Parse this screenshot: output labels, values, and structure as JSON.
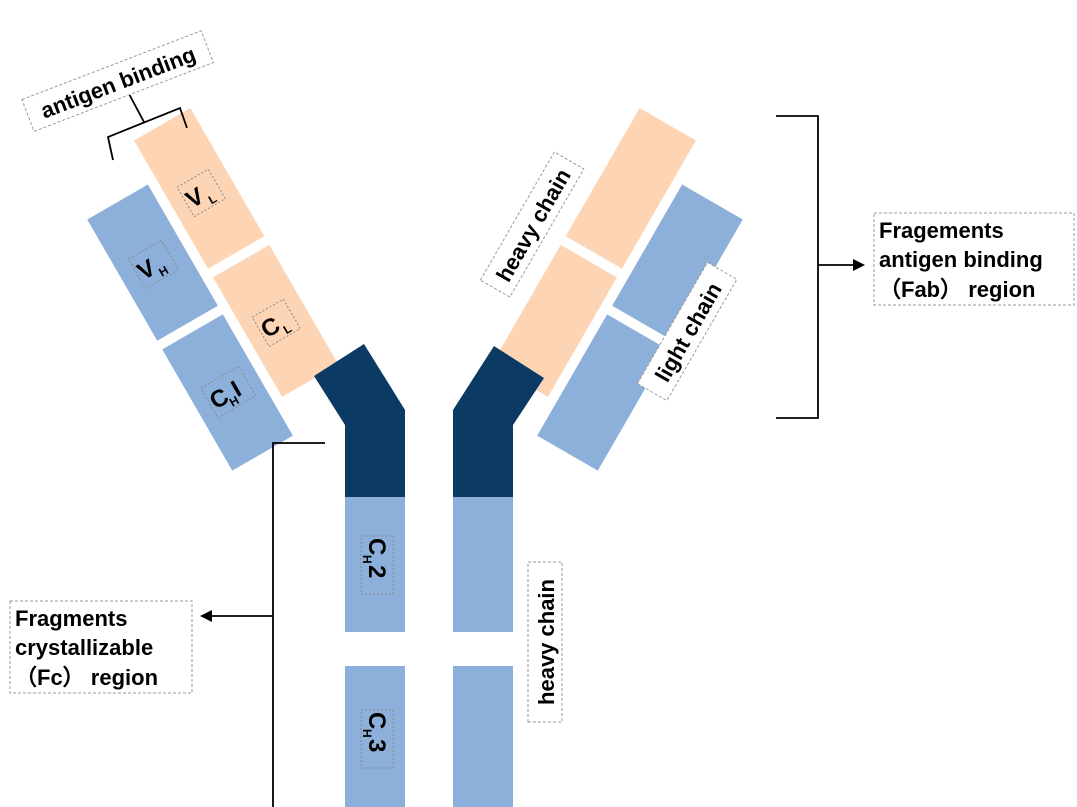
{
  "colors": {
    "heavy": "#8db0da",
    "light": "#fdd5b5",
    "hinge": "#0b3a64",
    "line": "#000000",
    "text": "#000000"
  },
  "labels": {
    "antigen_binding": "antigen binding",
    "heavy_chain_upper": "heavy chain",
    "light_chain": "light chain",
    "heavy_chain_lower": "heavy chain",
    "fab_line1": "Fragements",
    "fab_line2": "antigen binding",
    "fab_line3": "（Fab） region",
    "fc_line1": "Fragments",
    "fc_line2": "crystallizable",
    "fc_line3": "（Fc） region"
  },
  "domains": {
    "vl": {
      "main": "V",
      "sub": "L"
    },
    "vh": {
      "main": "V",
      "sub": "H"
    },
    "cl": {
      "main": "C",
      "sub": "L"
    },
    "ch1": {
      "main": "C",
      "sub": "H",
      "suffix": "I"
    },
    "ch2": {
      "main": "C",
      "sub": "H",
      "suffix": "2"
    },
    "ch3": {
      "main": "C",
      "sub": "H",
      "suffix": "3"
    }
  }
}
